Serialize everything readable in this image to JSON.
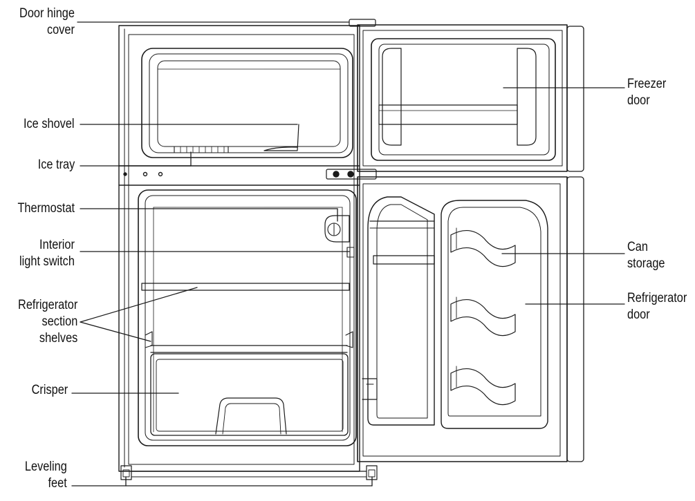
{
  "labels": {
    "door_hinge_cover": [
      "Door hinge",
      "cover"
    ],
    "ice_shovel": [
      "Ice shovel"
    ],
    "ice_tray": [
      "Ice tray"
    ],
    "thermostat": [
      "Thermostat"
    ],
    "interior_light_switch": [
      "Interior",
      "light switch"
    ],
    "refrigerator_section_shelves": [
      "Refrigerator",
      "section",
      "shelves"
    ],
    "crisper": [
      "Crisper"
    ],
    "leveling_feet": [
      "Leveling",
      "feet"
    ],
    "freezer_door": [
      "Freezer",
      "door"
    ],
    "can_storage": [
      "Can",
      "storage"
    ],
    "refrigerator_door": [
      "Refrigerator",
      "door"
    ]
  }
}
